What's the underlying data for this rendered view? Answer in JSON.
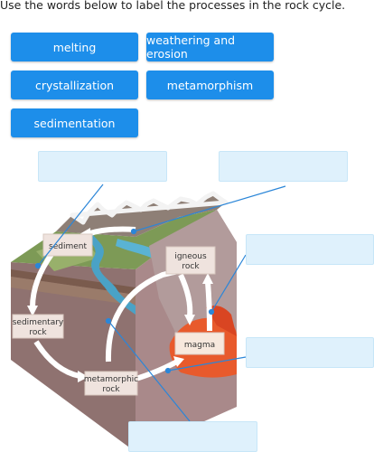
{
  "instruction": "Use the words below to label the processes in the rock cycle.",
  "word_bank": [
    "melting",
    "weathering and erosion",
    "crystallization",
    "metamorphism",
    "sedimentation"
  ],
  "diagram": {
    "labels": {
      "sediment": "sediment",
      "igneous": [
        "igneous",
        "rock"
      ],
      "sedimentary": [
        "sedimentary",
        "rock"
      ],
      "magma": "magma",
      "metamorphic": [
        "metamorphic",
        "rock"
      ]
    }
  },
  "colors": {
    "chip": "#1d8eea",
    "drop_target": "#dff1fc",
    "leader_line": "#2b86d8",
    "arrow": "#ffffff"
  }
}
